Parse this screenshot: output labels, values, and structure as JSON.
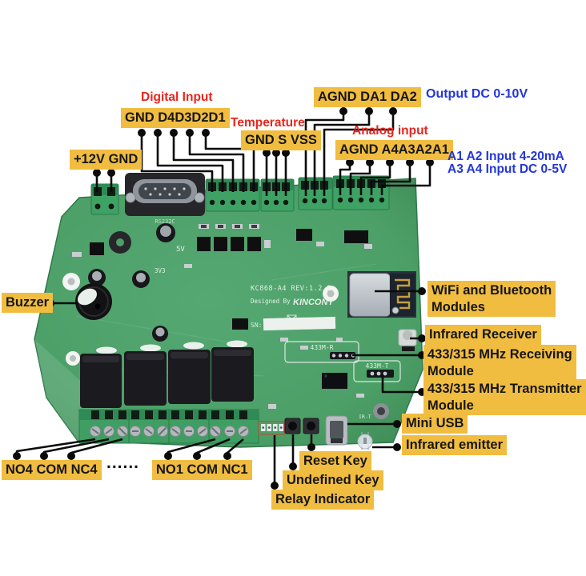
{
  "colors": {
    "label_bg": "#F1BD40",
    "red_text": "#E8251D",
    "blue_text": "#2336D9",
    "line": "#0B0B0B",
    "board_green": "#4C9F67"
  },
  "board_silkscreen": {
    "model": "KC868-A4 REV:1.2.2",
    "designed_by": "Designed By",
    "brand": "KINCONY",
    "rs232": "RS232C",
    "rf_receiver": "433M-R",
    "rf_transmitter": "433M-T",
    "ir_transmitter": "IR-T",
    "serial": "SN:",
    "rail_3v3": "3V3",
    "rail_5v": "5V"
  },
  "callouts": {
    "digital_input": {
      "title": "Digital Input",
      "pins": "GND D4D3D2D1"
    },
    "temperature": {
      "title": "Temperature",
      "pins": "GND S VSS"
    },
    "analog_output": {
      "pins": "AGND DA1 DA2",
      "note": "Output DC 0-10V"
    },
    "analog_input": {
      "title": "Analog input",
      "pins": "AGND A4A3A2A1",
      "note_line1": "A1 A2 Input 4-20mA",
      "note_line2": "A3 A4 Input DC 0-5V"
    },
    "power": {
      "pins": "+12V GND"
    },
    "buzzer": "Buzzer",
    "wifi": {
      "line1": "WiFi and Bluetooth",
      "line2": "Modules"
    },
    "infrared_receiver": "Infrared Receiver",
    "rf_receiving": {
      "line1": "433/315 MHz Receiving",
      "line2": "Module"
    },
    "rf_transmitting": {
      "line1": "433/315 MHz Transmitter",
      "line2": "Module"
    },
    "mini_usb": "Mini USB",
    "infrared_emitter": "Infrared emitter",
    "reset_key": "Reset Key",
    "undefined_key": "Undefined Key",
    "relay_indicator": "Relay Indicator",
    "relay4_terminals": "NO4 COM NC4",
    "ellipsis": "......",
    "relay1_terminals": "NO1 COM NC1"
  }
}
